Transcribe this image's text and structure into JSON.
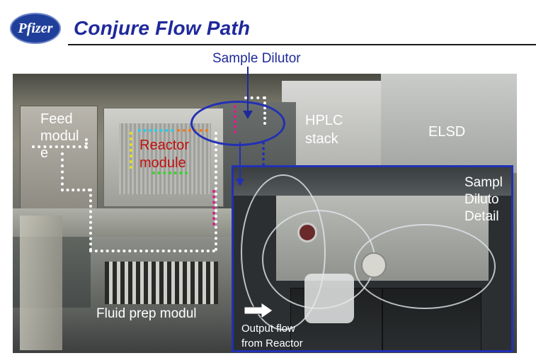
{
  "header": {
    "logo_text": "Pfizer",
    "title": "Conjure Flow Path"
  },
  "labels": {
    "sample_dilutor": "Sample Dilutor",
    "feed_module": "Feed\nmodul\ne",
    "reactor_module": "Reactor\nmodule",
    "hplc_stack": "HPLC\nstack",
    "elsd": "ELSD",
    "sample_dilutor_detail": "Sampl\nDiluto\nDetail",
    "fluid_prep_module": "Fluid prep modul",
    "output_flow": "Output flow\nfrom Reactor"
  },
  "colors": {
    "title": "#1f2a9a",
    "accent_blue": "#2230b4",
    "reactor_label": "#c01010",
    "path_white": "#ffffff",
    "path_cyan": "#24d0ea",
    "path_orange": "#f07a1c",
    "path_yellow": "#e8e21a",
    "path_green": "#36d42a",
    "path_magenta": "#e01c8c"
  }
}
